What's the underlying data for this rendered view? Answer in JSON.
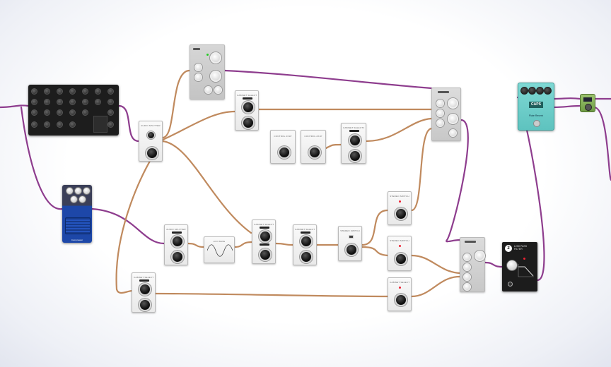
{
  "canvas": {
    "background": "#ffffff"
  },
  "cable_colors": {
    "purple": "#8e3d8e",
    "tan": "#c08a5e"
  },
  "modules": {
    "mixer": {
      "name": "mixer"
    },
    "compressor_pedal": {
      "label": "Compressor"
    },
    "reverb_pedal": {
      "logo": "CAPS",
      "label": "Plate Reverb"
    },
    "split_left": {
      "title": "Audio Splitter"
    },
    "selector_1": {
      "title": "Cabinet Selector"
    },
    "control_1": {
      "title": "Control 2x1P"
    },
    "control_2": {
      "title": "Control 2x1P"
    },
    "selector_2": {
      "title": "Cabinet Selector"
    },
    "split_low": {
      "title": "Audio Splitter"
    },
    "wave": {
      "title": "LFO Wave"
    },
    "selector_3": {
      "title": "Cabinet Selector"
    },
    "selector_4": {
      "title": "Cabinet Selector"
    },
    "selector_5": {
      "title": "Cabinet Selector"
    },
    "switch_1": {
      "title": "Stereo Switch"
    },
    "switch_2": {
      "title": "Stereo Switch"
    },
    "switch_3": {
      "title": "Stereo Switch"
    },
    "merger_low": {
      "title": "Mixer"
    },
    "lpf": {
      "number": "2",
      "title": "LOW PASS FILTER"
    }
  }
}
